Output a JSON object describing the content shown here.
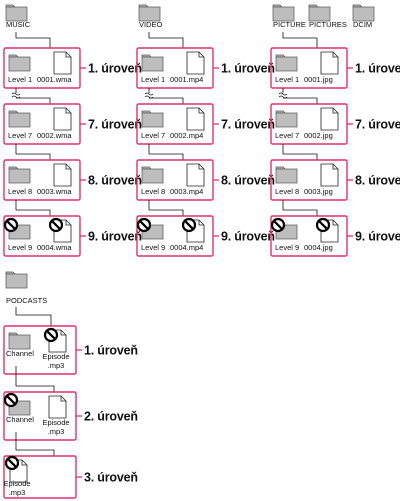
{
  "columns": [
    {
      "root": "MUSIC",
      "levels": [
        {
          "label": "1. úroveň",
          "folder": "Level 1",
          "file": "0001.wma",
          "blocked": false,
          "break_above": false
        },
        {
          "label": "7. úroveň",
          "folder": "Level 7",
          "file": "0002.wma",
          "blocked": false,
          "break_above": true
        },
        {
          "label": "8. úroveň",
          "folder": "Level 8",
          "file": "0003.wma",
          "blocked": false,
          "break_above": false
        },
        {
          "label": "9. úroveň",
          "folder": "Level 9",
          "file": "0004.wma",
          "blocked": true,
          "break_above": false
        }
      ]
    },
    {
      "root": "VIDEO",
      "levels": [
        {
          "label": "1. úroveň",
          "folder": "Level 1",
          "file": "0001.mp4",
          "blocked": false,
          "break_above": false
        },
        {
          "label": "7. úroveň",
          "folder": "Level 7",
          "file": "0002.mp4",
          "blocked": false,
          "break_above": true
        },
        {
          "label": "8. úroveň",
          "folder": "Level 8",
          "file": "0003.mp4",
          "blocked": false,
          "break_above": false
        },
        {
          "label": "9. úroveň",
          "folder": "Level 9",
          "file": "0004.mp4",
          "blocked": true,
          "break_above": false
        }
      ]
    },
    {
      "root": "PICTURE",
      "extra_roots": [
        "PICTURES",
        "DCIM"
      ],
      "levels": [
        {
          "label": "1. úroveň",
          "folder": "Level 1",
          "file": "0001.jpg",
          "blocked": false,
          "break_above": false
        },
        {
          "label": "7. úroveň",
          "folder": "Level 7",
          "file": "0002.jpg",
          "blocked": false,
          "break_above": true
        },
        {
          "label": "8. úroveň",
          "folder": "Level 8",
          "file": "0003.jpg",
          "blocked": false,
          "break_above": false
        },
        {
          "label": "9. úroveň",
          "folder": "Level 9",
          "file": "0004.jpg",
          "blocked": true,
          "break_above": false
        }
      ]
    }
  ],
  "podcasts": {
    "root": "PODCASTS",
    "levels": [
      {
        "label": "1. úroveň",
        "folder": "Channel",
        "file_lines": [
          "Episode",
          ".mp3"
        ],
        "folder_blocked": false,
        "file_blocked": true
      },
      {
        "label": "2. úroveň",
        "folder": "Channel",
        "file_lines": [
          "Episode",
          ".mp3"
        ],
        "folder_blocked": true,
        "file_blocked": false
      },
      {
        "label": "3. úroveň",
        "file_lines": [
          "Episode",
          ".mp3"
        ],
        "file_blocked": true
      }
    ]
  },
  "colors": {
    "box": "#e0306a",
    "folder_fill": "#bdbdbd",
    "line": "#111111"
  }
}
